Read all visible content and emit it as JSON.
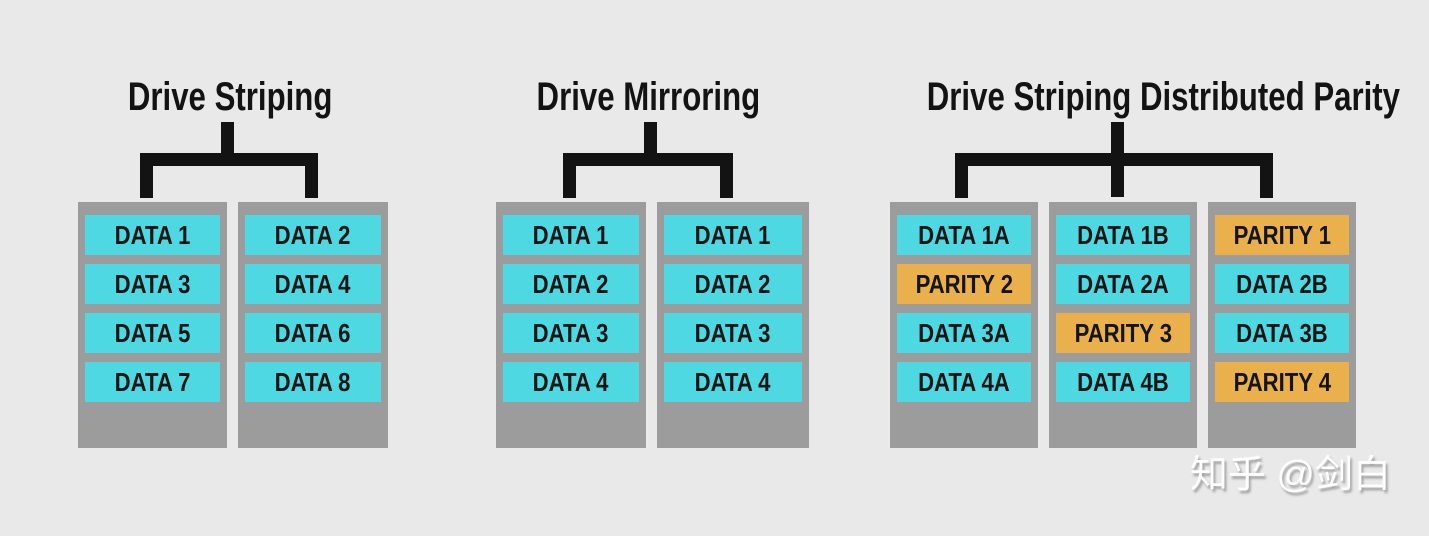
{
  "colors": {
    "background": "#e9e9e9",
    "drive_gray": "#9c9c9c",
    "data_block_cyan": "#4ed9e2",
    "parity_block_orange": "#e9b04b",
    "connector_line": "#131313",
    "watermark_text": "#fdfdfd"
  },
  "watermark": {
    "text": "知乎 @剑白"
  },
  "diagram": {
    "groups": [
      {
        "title": "Drive Striping",
        "drives": [
          {
            "blocks": [
              {
                "label": "DATA 1",
                "type": "data"
              },
              {
                "label": "DATA 3",
                "type": "data"
              },
              {
                "label": "DATA 5",
                "type": "data"
              },
              {
                "label": "DATA 7",
                "type": "data"
              }
            ]
          },
          {
            "blocks": [
              {
                "label": "DATA 2",
                "type": "data"
              },
              {
                "label": "DATA 4",
                "type": "data"
              },
              {
                "label": "DATA 6",
                "type": "data"
              },
              {
                "label": "DATA 8",
                "type": "data"
              }
            ]
          }
        ]
      },
      {
        "title": "Drive Mirroring",
        "drives": [
          {
            "blocks": [
              {
                "label": "DATA 1",
                "type": "data"
              },
              {
                "label": "DATA 2",
                "type": "data"
              },
              {
                "label": "DATA 3",
                "type": "data"
              },
              {
                "label": "DATA 4",
                "type": "data"
              }
            ]
          },
          {
            "blocks": [
              {
                "label": "DATA 1",
                "type": "data"
              },
              {
                "label": "DATA 2",
                "type": "data"
              },
              {
                "label": "DATA 3",
                "type": "data"
              },
              {
                "label": "DATA 4",
                "type": "data"
              }
            ]
          }
        ]
      },
      {
        "title": "Drive Striping Distributed Parity",
        "drives": [
          {
            "blocks": [
              {
                "label": "DATA 1A",
                "type": "data"
              },
              {
                "label": "PARITY 2",
                "type": "parity"
              },
              {
                "label": "DATA 3A",
                "type": "data"
              },
              {
                "label": "DATA 4A",
                "type": "data"
              }
            ]
          },
          {
            "blocks": [
              {
                "label": "DATA 1B",
                "type": "data"
              },
              {
                "label": "DATA 2A",
                "type": "data"
              },
              {
                "label": "PARITY 3",
                "type": "parity"
              },
              {
                "label": "DATA 4B",
                "type": "data"
              }
            ]
          },
          {
            "blocks": [
              {
                "label": "PARITY 1",
                "type": "parity"
              },
              {
                "label": "DATA 2B",
                "type": "data"
              },
              {
                "label": "DATA 3B",
                "type": "data"
              },
              {
                "label": "PARITY 4",
                "type": "parity"
              }
            ]
          }
        ]
      }
    ]
  }
}
